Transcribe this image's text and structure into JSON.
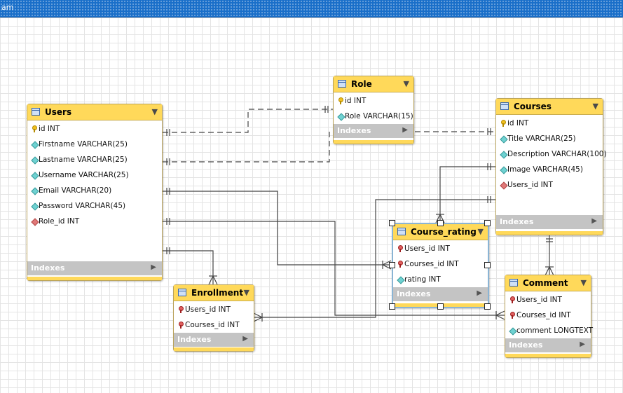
{
  "window": {
    "title_fragment": "am"
  },
  "entities": {
    "users": {
      "name": "Users",
      "columns": [
        "id INT",
        "Firstname VARCHAR(25)",
        "Lastname VARCHAR(25)",
        "Username VARCHAR(25)",
        "Email VARCHAR(20)",
        "Password VARCHAR(45)",
        "Role_id INT"
      ],
      "indexes_label": "Indexes"
    },
    "role": {
      "name": "Role",
      "columns": [
        "id INT",
        "Role VARCHAR(15)"
      ],
      "indexes_label": "Indexes"
    },
    "courses": {
      "name": "Courses",
      "columns": [
        "id INT",
        "Title VARCHAR(25)",
        "Description VARCHAR(100)",
        "Image VARCHAR(45)",
        "Users_id INT"
      ],
      "indexes_label": "Indexes"
    },
    "course_rating": {
      "name": "Course_rating",
      "columns": [
        "Users_id INT",
        "Courses_id INT",
        "rating INT"
      ],
      "indexes_label": "Indexes"
    },
    "enrollment": {
      "name": "Enrollment",
      "columns": [
        "Users_id INT",
        "Courses_id INT"
      ],
      "indexes_label": "Indexes"
    },
    "comment": {
      "name": "Comment",
      "columns": [
        "Users_id INT",
        "Courses_id INT",
        "comment LONGTEXT"
      ],
      "indexes_label": "Indexes"
    }
  },
  "colors": {
    "header": "#ffd95a",
    "indexes_bar": "#c4c4c4",
    "titlebar": "#1a6fc9",
    "selection": "#8ab4d4",
    "connector": "#444444"
  },
  "icons": {
    "primary_key": "key-icon",
    "column": "diamond-icon",
    "foreign_key": "fk-diamond-icon",
    "table": "table-icon",
    "collapse": "triangle-down-icon",
    "expand": "triangle-right-icon"
  }
}
